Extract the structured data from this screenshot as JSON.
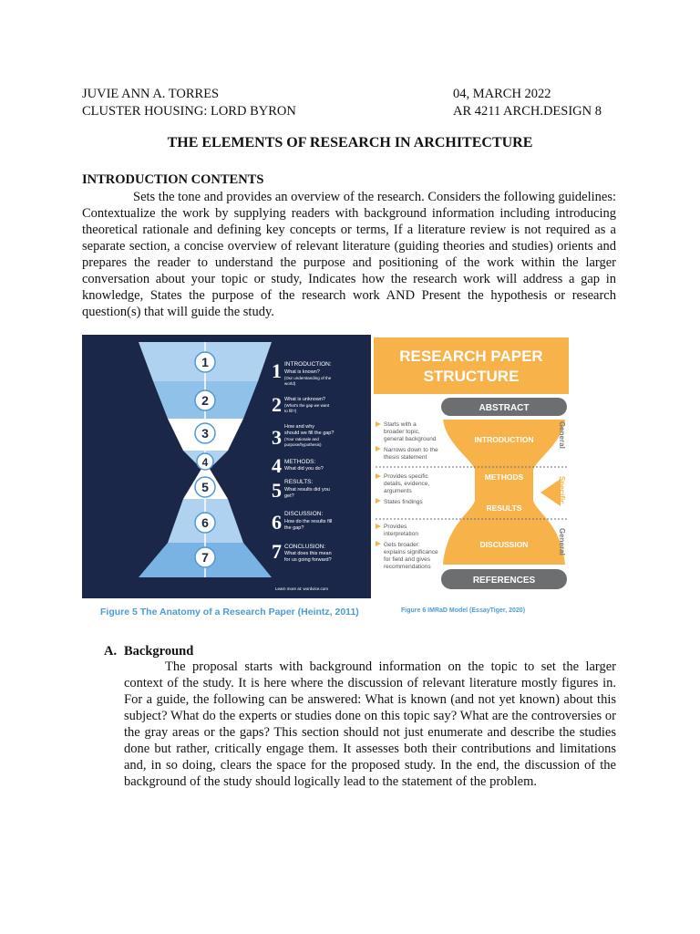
{
  "header": {
    "author": "JUVIE ANN A. TORRES",
    "cluster": "CLUSTER HOUSING: LORD BYRON",
    "date": "04, MARCH 2022",
    "course": "AR 4211 ARCH.DESIGN 8"
  },
  "title": "THE ELEMENTS OF RESEARCH IN ARCHITECTURE",
  "intro": {
    "heading": "INTRODUCTION CONTENTS",
    "body": "Sets the tone and provides an overview of the research. Considers the following guidelines: Contextualize the work by supplying readers with background information including introducing theoretical rationale and defining key concepts or terms, If a literature review is not required as a separate section, a concise overview of relevant literature (guiding theories and studies) orients and prepares the reader to understand the purpose and positioning of the work within the larger conversation about your topic or study, Indicates how the research work will address a gap in knowledge, States the purpose of the research work AND Present the hypothesis or research question(s) that will guide the study."
  },
  "figure5": {
    "caption": "Figure 5 The Anatomy of a Research Paper (Heintz, 2011)",
    "footer": "Learn more at: wordvice.com",
    "items": [
      {
        "num": "1",
        "title": "INTRODUCTION:",
        "q": "What is known?",
        "s1": "(Our understanding of the",
        "s2": "world)",
        "s3": ""
      },
      {
        "num": "2",
        "title": "",
        "q": "What is unknown?",
        "s1": "(What's the gap we want",
        "s2": "to fill?)",
        "s3": ""
      },
      {
        "num": "3",
        "title": "",
        "q": "How and why",
        "s1": "should we fill the gap?",
        "s2": "(Your rationale and",
        "s3": "purpose/hypothesis)"
      },
      {
        "num": "4",
        "title": "METHODS:",
        "q": "What did you do?",
        "s1": "",
        "s2": "",
        "s3": ""
      },
      {
        "num": "5",
        "title": "RESULTS:",
        "q": "What results did you",
        "s1": "get?",
        "s2": "",
        "s3": ""
      },
      {
        "num": "6",
        "title": "DISCUSSION:",
        "q": "How do the results fill",
        "s1": "the gap?",
        "s2": "",
        "s3": ""
      },
      {
        "num": "7",
        "title": "CONCLUSION:",
        "q": "What does this mean",
        "s1": "for us going forward?",
        "s2": "",
        "s3": ""
      }
    ]
  },
  "figure6": {
    "title_line1": "RESEARCH PAPER",
    "title_line2": "STRUCTURE",
    "abstract": "ABSTRACT",
    "introduction": "INTRODUCTION",
    "methods": "METHODS",
    "results": "RESULTS",
    "discussion": "DISCUSSION",
    "references": "REFERENCES",
    "side_general_top": "General",
    "side_specific": "Specific",
    "side_general_bottom": "General",
    "note1a": "Starts with a",
    "note1b": "broader topic,",
    "note1c": "general background",
    "note2a": "Narrows down to the",
    "note2b": "thesis statement",
    "note3a": "Provides specific",
    "note3b": "details, evidence,",
    "note3c": "arguments",
    "note4a": "States findings",
    "note5a": "Provides",
    "note5b": "interpretation",
    "note6a": "Gets broader:",
    "note6b": "explains significance",
    "note6c": "for field and gives",
    "note6d": "recommendations",
    "caption": "Figure 6 IMRaD Model (EssayTiger, 2020)"
  },
  "background": {
    "letter": "A.",
    "heading": "Background",
    "body": "The proposal starts with background information on the topic to set the larger context of the study. It is here where the discussion of relevant literature mostly figures in. For a guide, the following can be answered: What is known (and not yet known) about this subject? What do the experts or studies done on this topic say? What are the controversies or the gray areas or the gaps? This section should not just enumerate and describe the studies done but rather, critically engage them. It assesses both their contributions and limitations and, in so doing, clears the space for the proposed study. In the end, the discussion of the background of the study should logically lead to the statement of the problem."
  },
  "colors": {
    "navy": "#1b2748",
    "blue_light": "#aed2ef",
    "blue_mid": "#79b3e3",
    "blue_dark": "#4f98d6",
    "orange": "#f7b24a",
    "grey_pill": "#6d6e70"
  }
}
